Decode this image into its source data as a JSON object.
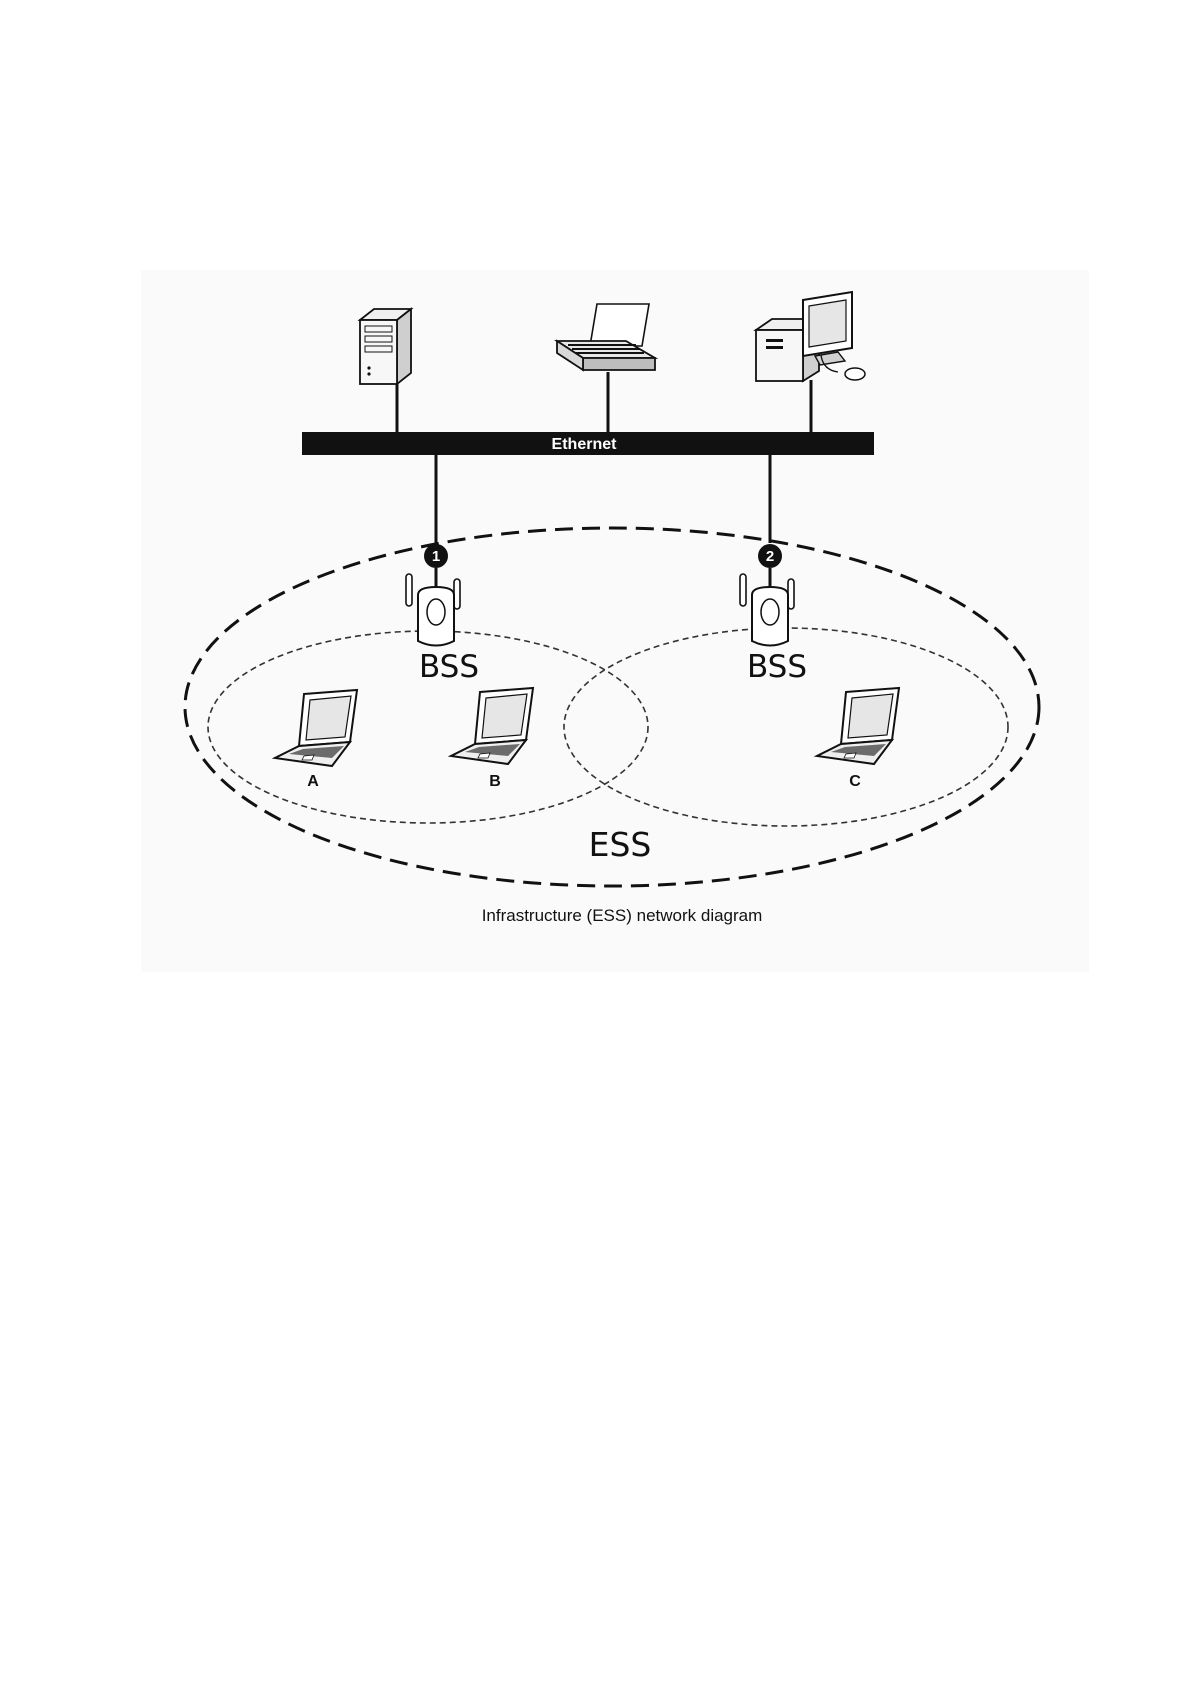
{
  "diagram": {
    "bus_label": "Ethernet",
    "access_points": [
      {
        "badge": "1",
        "label": "BSS"
      },
      {
        "badge": "2",
        "label": "BSS"
      }
    ],
    "stations": [
      "A",
      "B",
      "C"
    ],
    "ess_label": "ESS",
    "caption": "Infrastructure (ESS) network diagram"
  }
}
